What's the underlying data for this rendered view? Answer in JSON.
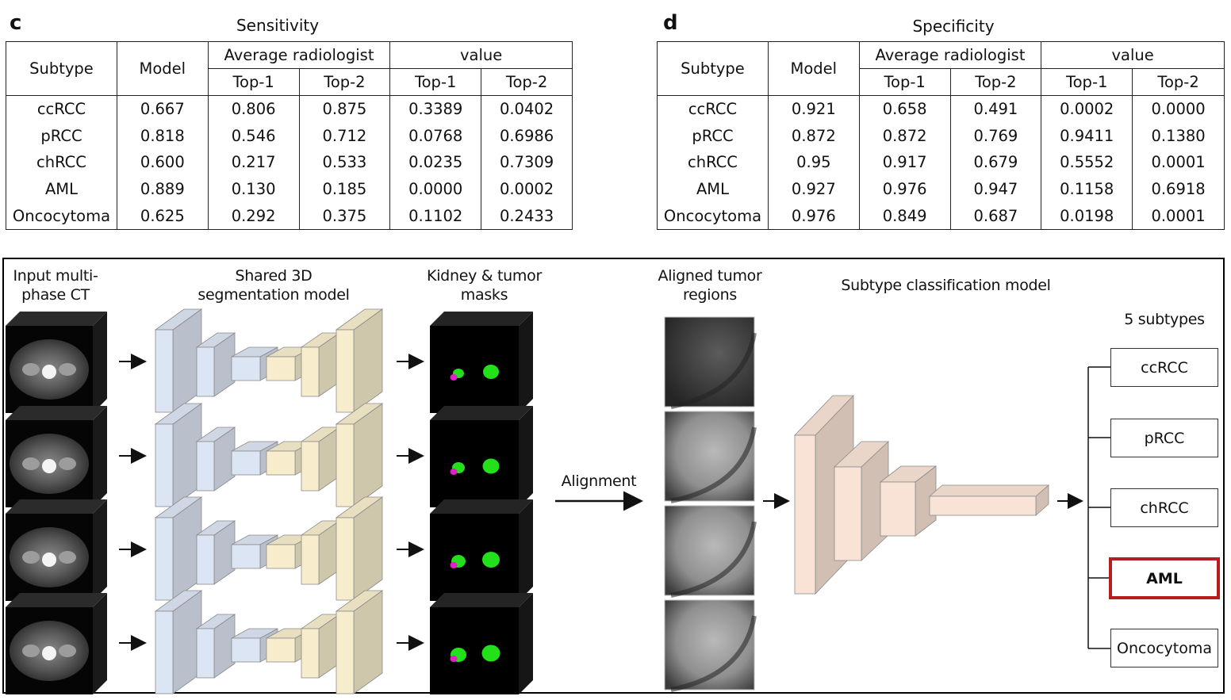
{
  "panels": {
    "c": {
      "letter": "c",
      "title": "Sensitivity",
      "headers": {
        "subtype": "Subtype",
        "model": "Model",
        "radiologist": "Average radiologist",
        "pvalue": "value",
        "top1": "Top-1",
        "top2": "Top-2"
      },
      "rows": [
        {
          "subtype": "ccRCC",
          "model": "0.667",
          "r1": "0.806",
          "r2": "0.875",
          "p1": "0.3389",
          "p2": "0.0402"
        },
        {
          "subtype": "pRCC",
          "model": "0.818",
          "r1": "0.546",
          "r2": "0.712",
          "p1": "0.0768",
          "p2": "0.6986"
        },
        {
          "subtype": "chRCC",
          "model": "0.600",
          "r1": "0.217",
          "r2": "0.533",
          "p1": "0.0235",
          "p2": "0.7309"
        },
        {
          "subtype": "AML",
          "model": "0.889",
          "r1": "0.130",
          "r2": "0.185",
          "p1": "0.0000",
          "p2": "0.0002"
        },
        {
          "subtype": "Oncocytoma",
          "model": "0.625",
          "r1": "0.292",
          "r2": "0.375",
          "p1": "0.1102",
          "p2": "0.2433"
        }
      ]
    },
    "d": {
      "letter": "d",
      "title": "Specificity",
      "headers": {
        "subtype": "Subtype",
        "model": "Model",
        "radiologist": "Average radiologist",
        "pvalue": "value",
        "top1": "Top-1",
        "top2": "Top-2"
      },
      "rows": [
        {
          "subtype": "ccRCC",
          "model": "0.921",
          "r1": "0.658",
          "r2": "0.491",
          "p1": "0.0002",
          "p2": "0.0000"
        },
        {
          "subtype": "pRCC",
          "model": "0.872",
          "r1": "0.872",
          "r2": "0.769",
          "p1": "0.9411",
          "p2": "0.1380"
        },
        {
          "subtype": "chRCC",
          "model": "0.95",
          "r1": "0.917",
          "r2": "0.679",
          "p1": "0.5552",
          "p2": "0.0001"
        },
        {
          "subtype": "AML",
          "model": "0.927",
          "r1": "0.976",
          "r2": "0.947",
          "p1": "0.1158",
          "p2": "0.6918"
        },
        {
          "subtype": "Oncocytoma",
          "model": "0.976",
          "r1": "0.849",
          "r2": "0.687",
          "p1": "0.0198",
          "p2": "0.0001"
        }
      ]
    }
  },
  "pipeline": {
    "input_label_1": "Input multi-",
    "input_label_2": "phase CT",
    "seg_label_1": "Shared 3D",
    "seg_label_2": "segmentation model",
    "mask_label_1": "Kidney & tumor",
    "mask_label_2": "masks",
    "align_label_1": "Aligned tumor",
    "align_label_2": "regions",
    "alignment": "Alignment",
    "classifier_label": "Subtype classification model",
    "subtypes_label": "5 subtypes",
    "classes": [
      "ccRCC",
      "pRCC",
      "chRCC",
      "AML",
      "Oncocytoma"
    ],
    "highlighted_class": "AML",
    "colors": {
      "unet_encoder": "#dce5f3",
      "unet_decoder": "#f7edcc",
      "classifier_block": "#f9e3d6",
      "kidney_mask": "#22e01a",
      "tumor_mask": "#e020c8",
      "highlight_border": "#b51e1e"
    }
  }
}
